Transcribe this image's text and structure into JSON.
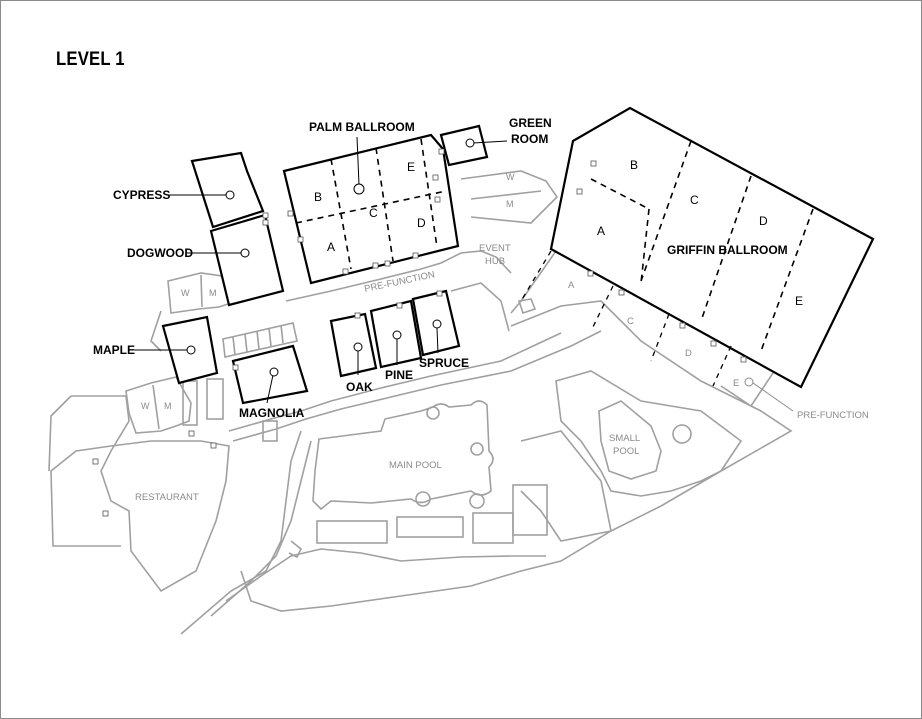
{
  "map": {
    "title": "LEVEL 1",
    "rooms": {
      "palm_ballroom": "PALM BALLROOM",
      "green_room_line1": "GREEN",
      "green_room_line2": "ROOM",
      "cypress": "CYPRESS",
      "dogwood": "DOGWOOD",
      "maple": "MAPLE",
      "magnolia": "MAGNOLIA",
      "oak": "OAK",
      "pine": "PINE",
      "spruce": "SPRUCE",
      "griffin_ballroom": "GRIFFIN BALLROOM"
    },
    "palm_sections": [
      "A",
      "B",
      "C",
      "D",
      "E"
    ],
    "griffin_sections": [
      "A",
      "B",
      "C",
      "D",
      "E"
    ],
    "griffin_prefunction_sections": [
      "A",
      "C",
      "D",
      "E"
    ],
    "areas": {
      "prefunction_palm": "PRE-FUNCTION",
      "prefunction_griffin": "PRE-FUNCTION",
      "event_hub_line1": "EVENT",
      "event_hub_line2": "HUB",
      "main_pool": "MAIN POOL",
      "small_pool_line1": "SMALL",
      "small_pool_line2": "POOL",
      "restaurant": "RESTAURANT"
    },
    "restrooms": {
      "women": "W",
      "men": "M"
    }
  }
}
